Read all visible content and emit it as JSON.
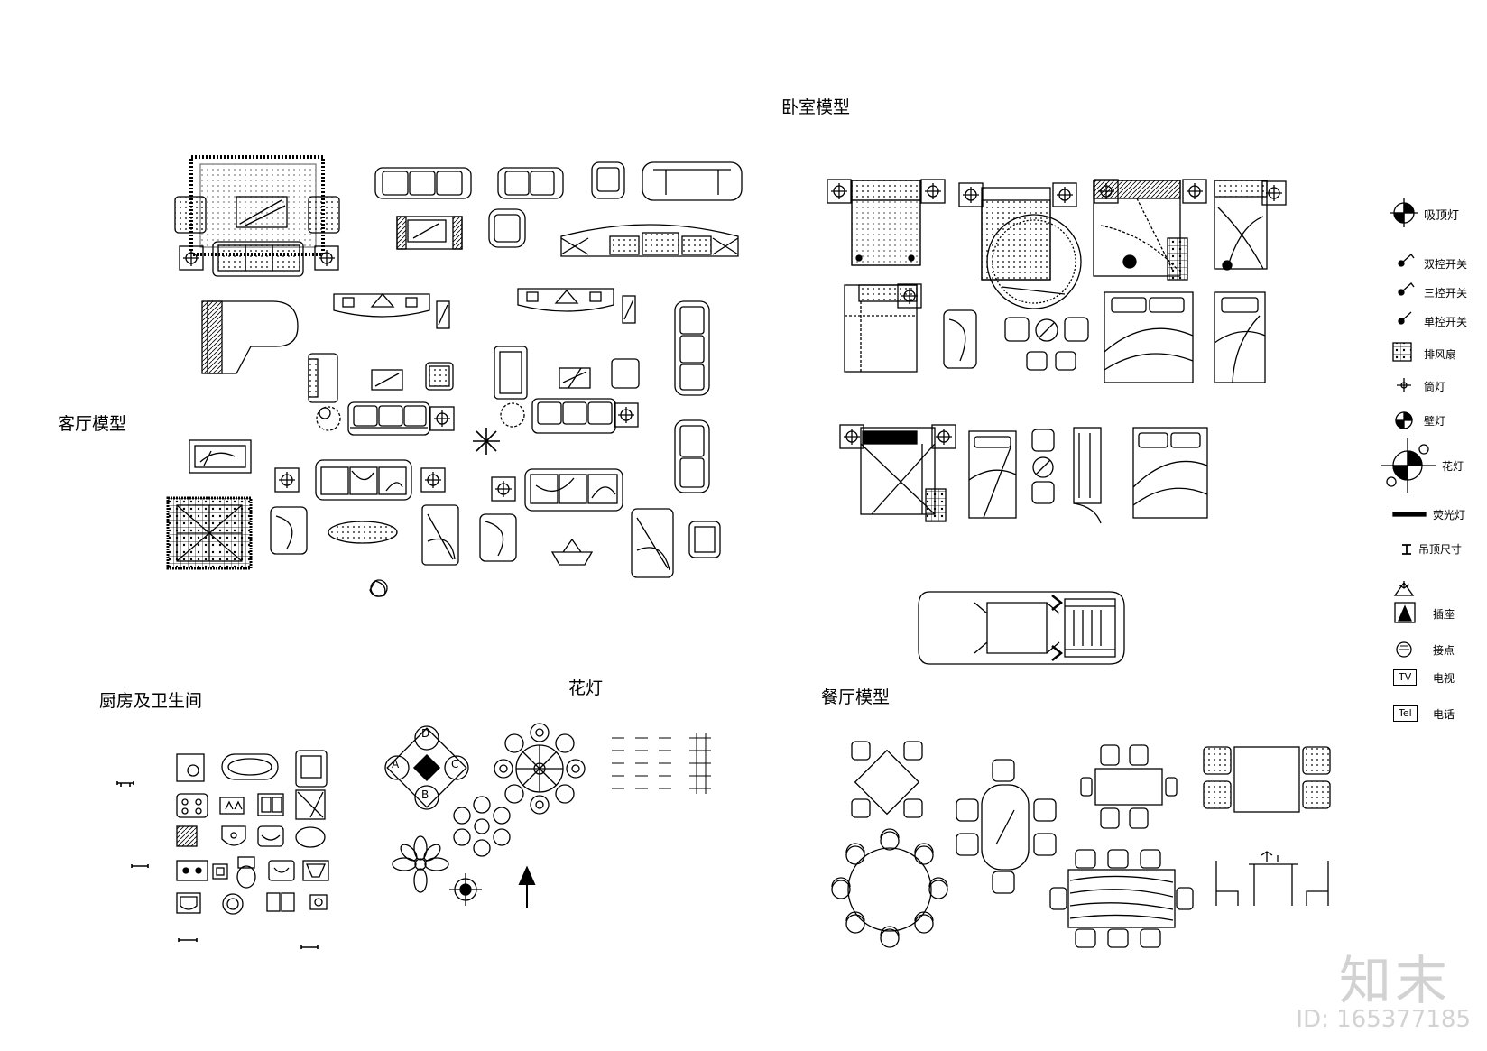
{
  "sections": {
    "bedroom": "卧室模型",
    "living": "客厅模型",
    "kitchen_bath": "厨房及卫生间",
    "chandelier": "花灯",
    "dining": "餐厅模型"
  },
  "legend": [
    {
      "icon": "ceiling-lamp-icon",
      "label": "吸顶灯"
    },
    {
      "icon": "double-switch-icon",
      "label": "双控开关"
    },
    {
      "icon": "triple-switch-icon",
      "label": "三控开关"
    },
    {
      "icon": "single-switch-icon",
      "label": "单控开关"
    },
    {
      "icon": "exhaust-fan-icon",
      "label": "排风扇"
    },
    {
      "icon": "downlight-icon",
      "label": "筒灯"
    },
    {
      "icon": "wall-lamp-icon",
      "label": "壁灯"
    },
    {
      "icon": "chandelier-icon",
      "label": "花灯"
    },
    {
      "icon": "fluorescent-lamp-icon",
      "label": "荧光灯"
    },
    {
      "icon": "ceiling-height-icon",
      "label": "吊顶尺寸"
    },
    {
      "icon": "socket-icon",
      "label": "插座"
    },
    {
      "icon": "junction-icon",
      "label": "接点"
    },
    {
      "icon": "tv-icon",
      "label": "电视",
      "box": "TV"
    },
    {
      "icon": "telephone-icon",
      "label": "电话",
      "box": "Tel"
    }
  ],
  "chandelier_letters": [
    "D",
    "A",
    "C",
    "B"
  ],
  "watermark": {
    "logo": "知末",
    "id": "ID: 165377185"
  }
}
